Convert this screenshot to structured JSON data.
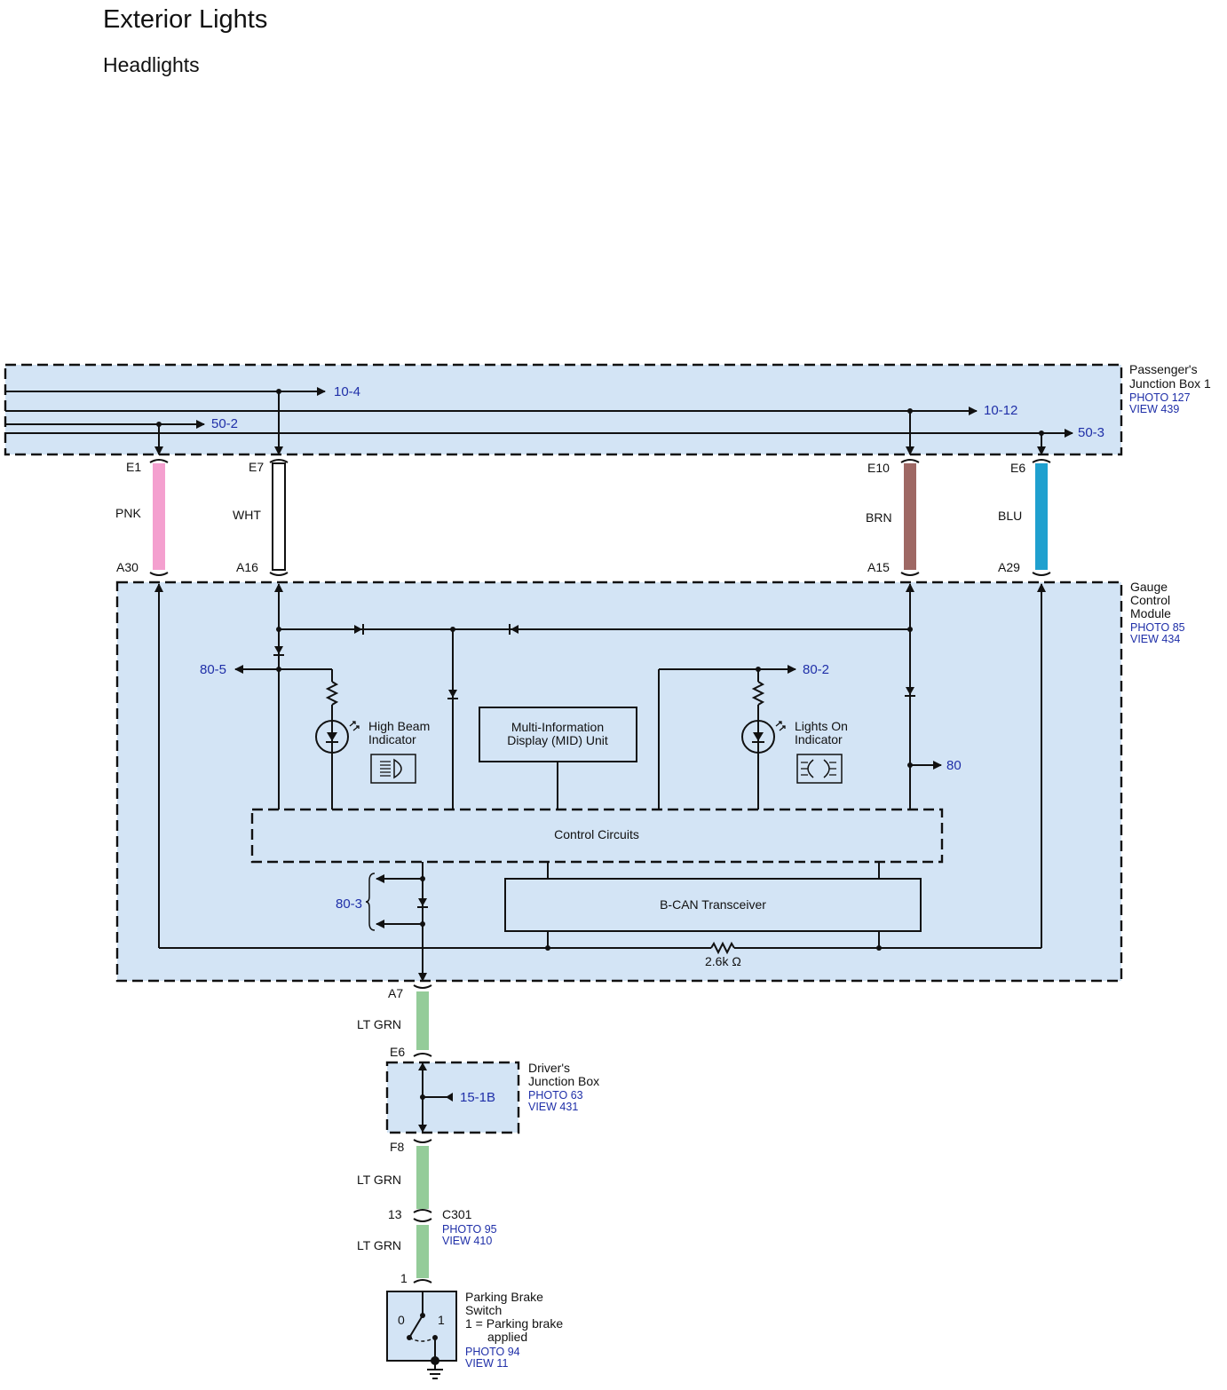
{
  "header": {
    "title": "Exterior Lights",
    "subtitle": "Headlights"
  },
  "components": {
    "pjb": {
      "lines": [
        "Passenger's",
        "Junction Box 1"
      ],
      "photo": "PHOTO 127",
      "view": "VIEW 439"
    },
    "gcm": {
      "lines": [
        "Gauge",
        "Control",
        "Module"
      ],
      "photo": "PHOTO 85",
      "view": "VIEW 434"
    },
    "djb": {
      "lines": [
        "Driver's",
        "Junction Box"
      ],
      "photo": "PHOTO 63",
      "view": "VIEW 431"
    },
    "c301": {
      "name": "C301",
      "photo": "PHOTO 95",
      "view": "VIEW 410"
    },
    "pbs": {
      "lines": [
        "Parking Brake",
        "Switch",
        "1 = Parking brake",
        "applied"
      ],
      "photo": "PHOTO 94",
      "view": "VIEW 11",
      "pos0": "0",
      "pos1": "1"
    },
    "high_beam": {
      "lines": [
        "High Beam",
        "Indicator"
      ]
    },
    "lights_on": {
      "lines": [
        "Lights On",
        "Indicator"
      ]
    },
    "mid": {
      "lines": [
        "Multi-Information",
        "Display (MID) Unit"
      ]
    },
    "control": "Control Circuits",
    "bcan": "B-CAN Transceiver",
    "resistor": "2.6k Ω"
  },
  "refs": {
    "r10_4": "10-4",
    "r50_2": "50-2",
    "r10_12": "10-12",
    "r50_3": "50-3",
    "r80_5": "80-5",
    "r80_2": "80-2",
    "r80": "80",
    "r80_3": "80-3",
    "r15_1b": "15-1B"
  },
  "wires": [
    {
      "top": "E1",
      "bottom": "A30",
      "color_name": "PNK",
      "color": "#f4a0cf"
    },
    {
      "top": "E7",
      "bottom": "A16",
      "color_name": "WHT",
      "color": "#ffffff"
    },
    {
      "top": "E10",
      "bottom": "A15",
      "color_name": "BRN",
      "color": "#9e6864"
    },
    {
      "top": "E6",
      "bottom": "A29",
      "color_name": "BLU",
      "color": "#1fa0cf"
    }
  ],
  "lower_wires": [
    {
      "top": "A7",
      "bottom": "E6",
      "color_name": "LT GRN"
    },
    {
      "top": "F8",
      "bottom": "13",
      "color_name": "LT GRN"
    },
    {
      "top": "",
      "bottom": "1",
      "color_name": "LT GRN"
    }
  ],
  "colors": {
    "box_fill": "#d3e4f5",
    "ltgrn": "#94cc99",
    "ref": "#1f2fa8"
  }
}
